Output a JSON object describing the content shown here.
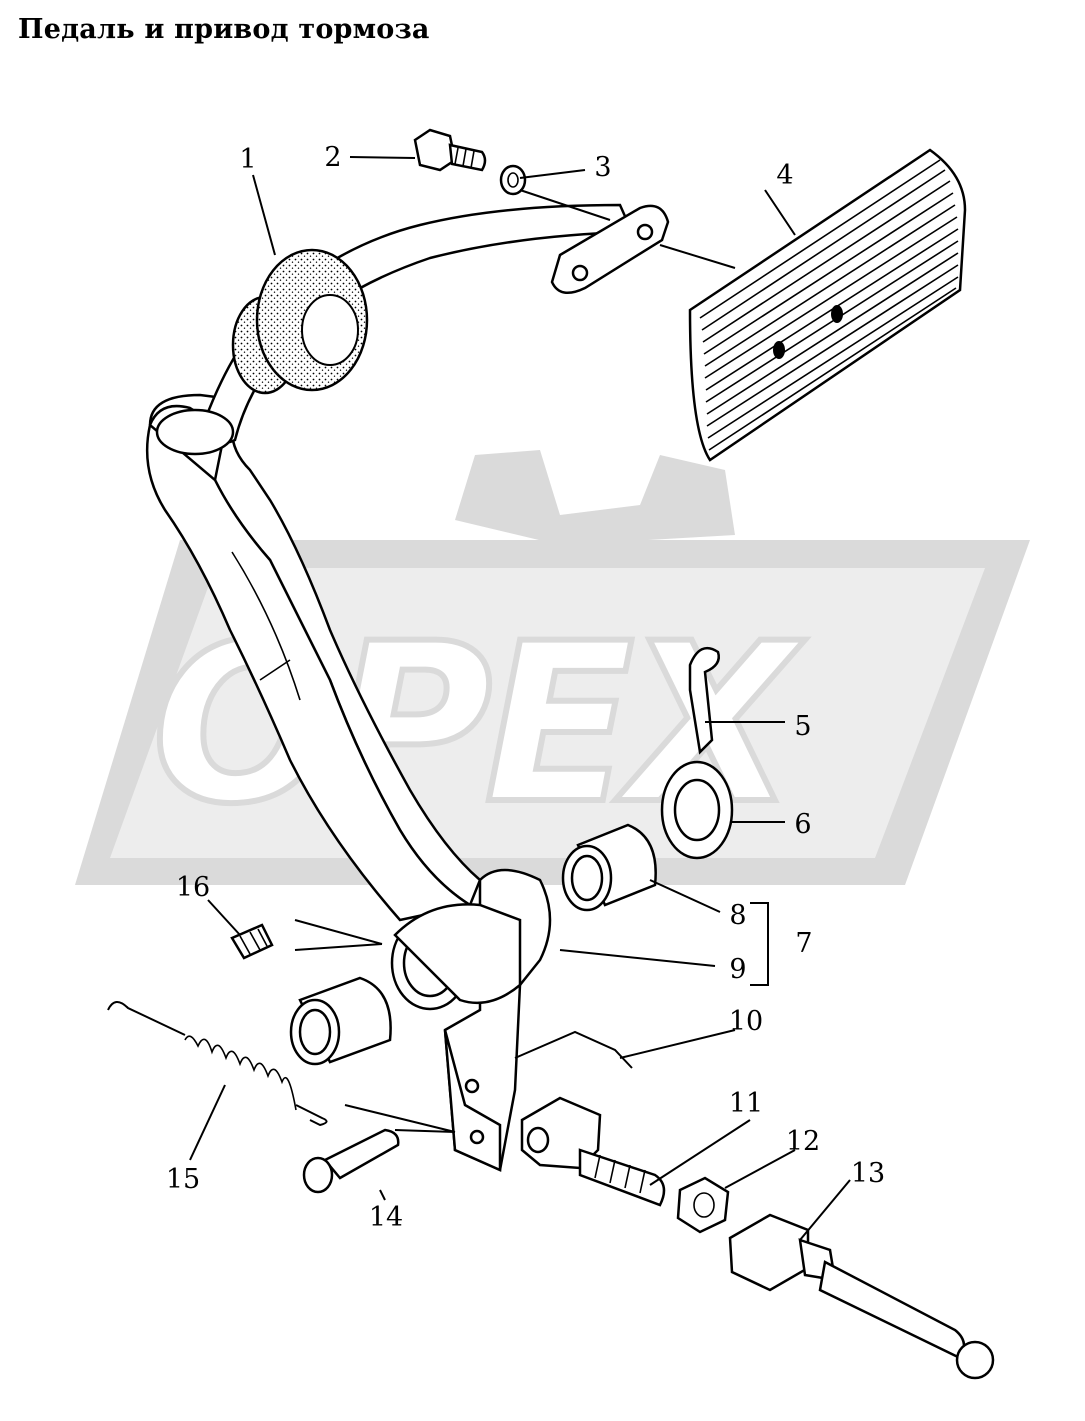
{
  "title": "Педаль и привод тормоза",
  "watermark": {
    "text": "OPEX",
    "color": "#cfcfcf",
    "kind": "logo"
  },
  "callouts": {
    "c1": "1",
    "c2": "2",
    "c3": "3",
    "c4": "4",
    "c5": "5",
    "c6": "6",
    "c7": "7",
    "c8": "8",
    "c9": "9",
    "c10": "10",
    "c11": "11",
    "c12": "12",
    "c13": "13",
    "c14": "14",
    "c15": "15",
    "c16": "16"
  }
}
